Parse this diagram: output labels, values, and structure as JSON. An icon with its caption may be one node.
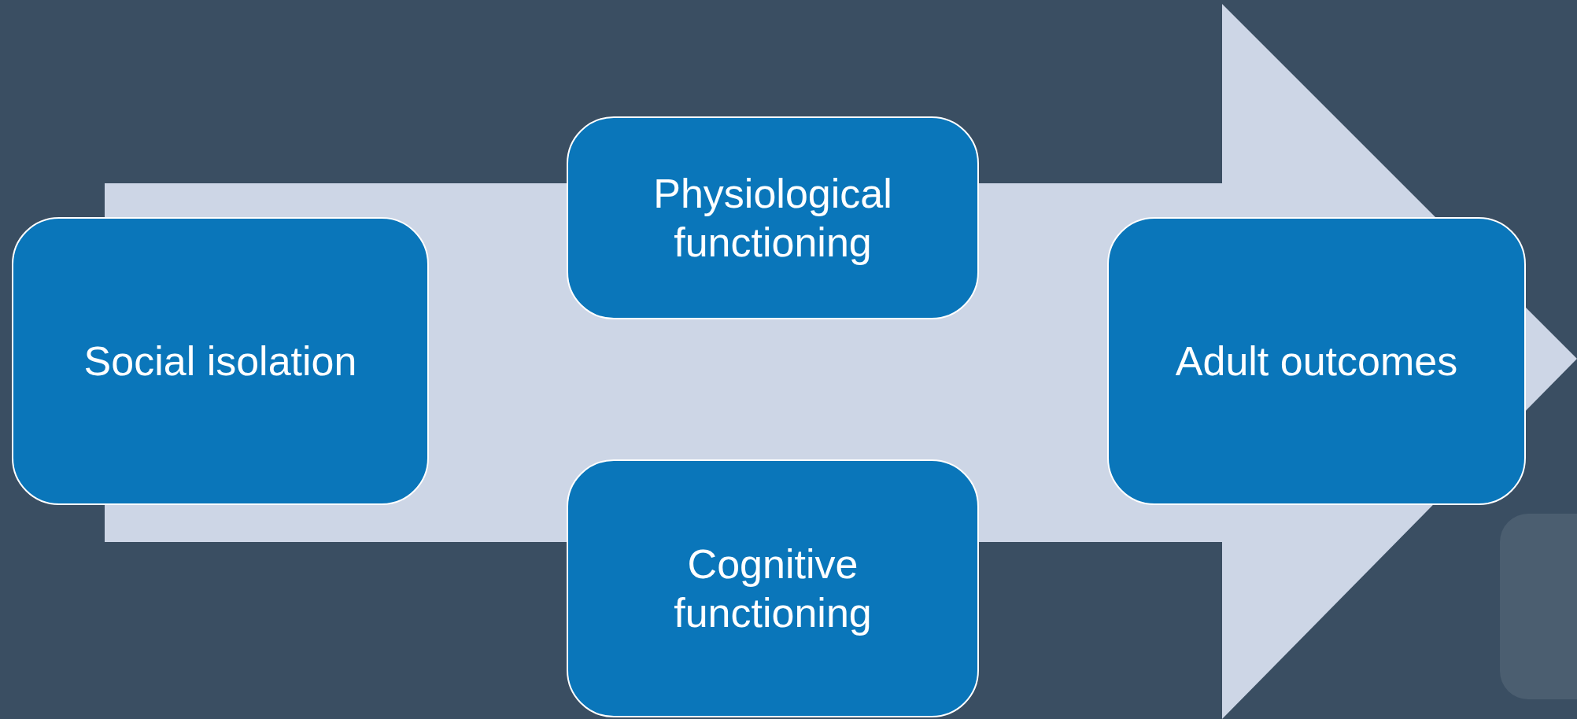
{
  "diagram": {
    "nodes": [
      {
        "text": [
          "Social isolation"
        ]
      },
      {
        "text": [
          "Physiological functioning"
        ]
      },
      {
        "text": [
          "Cognitive functioning"
        ]
      },
      {
        "text": [
          "Adult outcomes"
        ]
      }
    ]
  }
}
